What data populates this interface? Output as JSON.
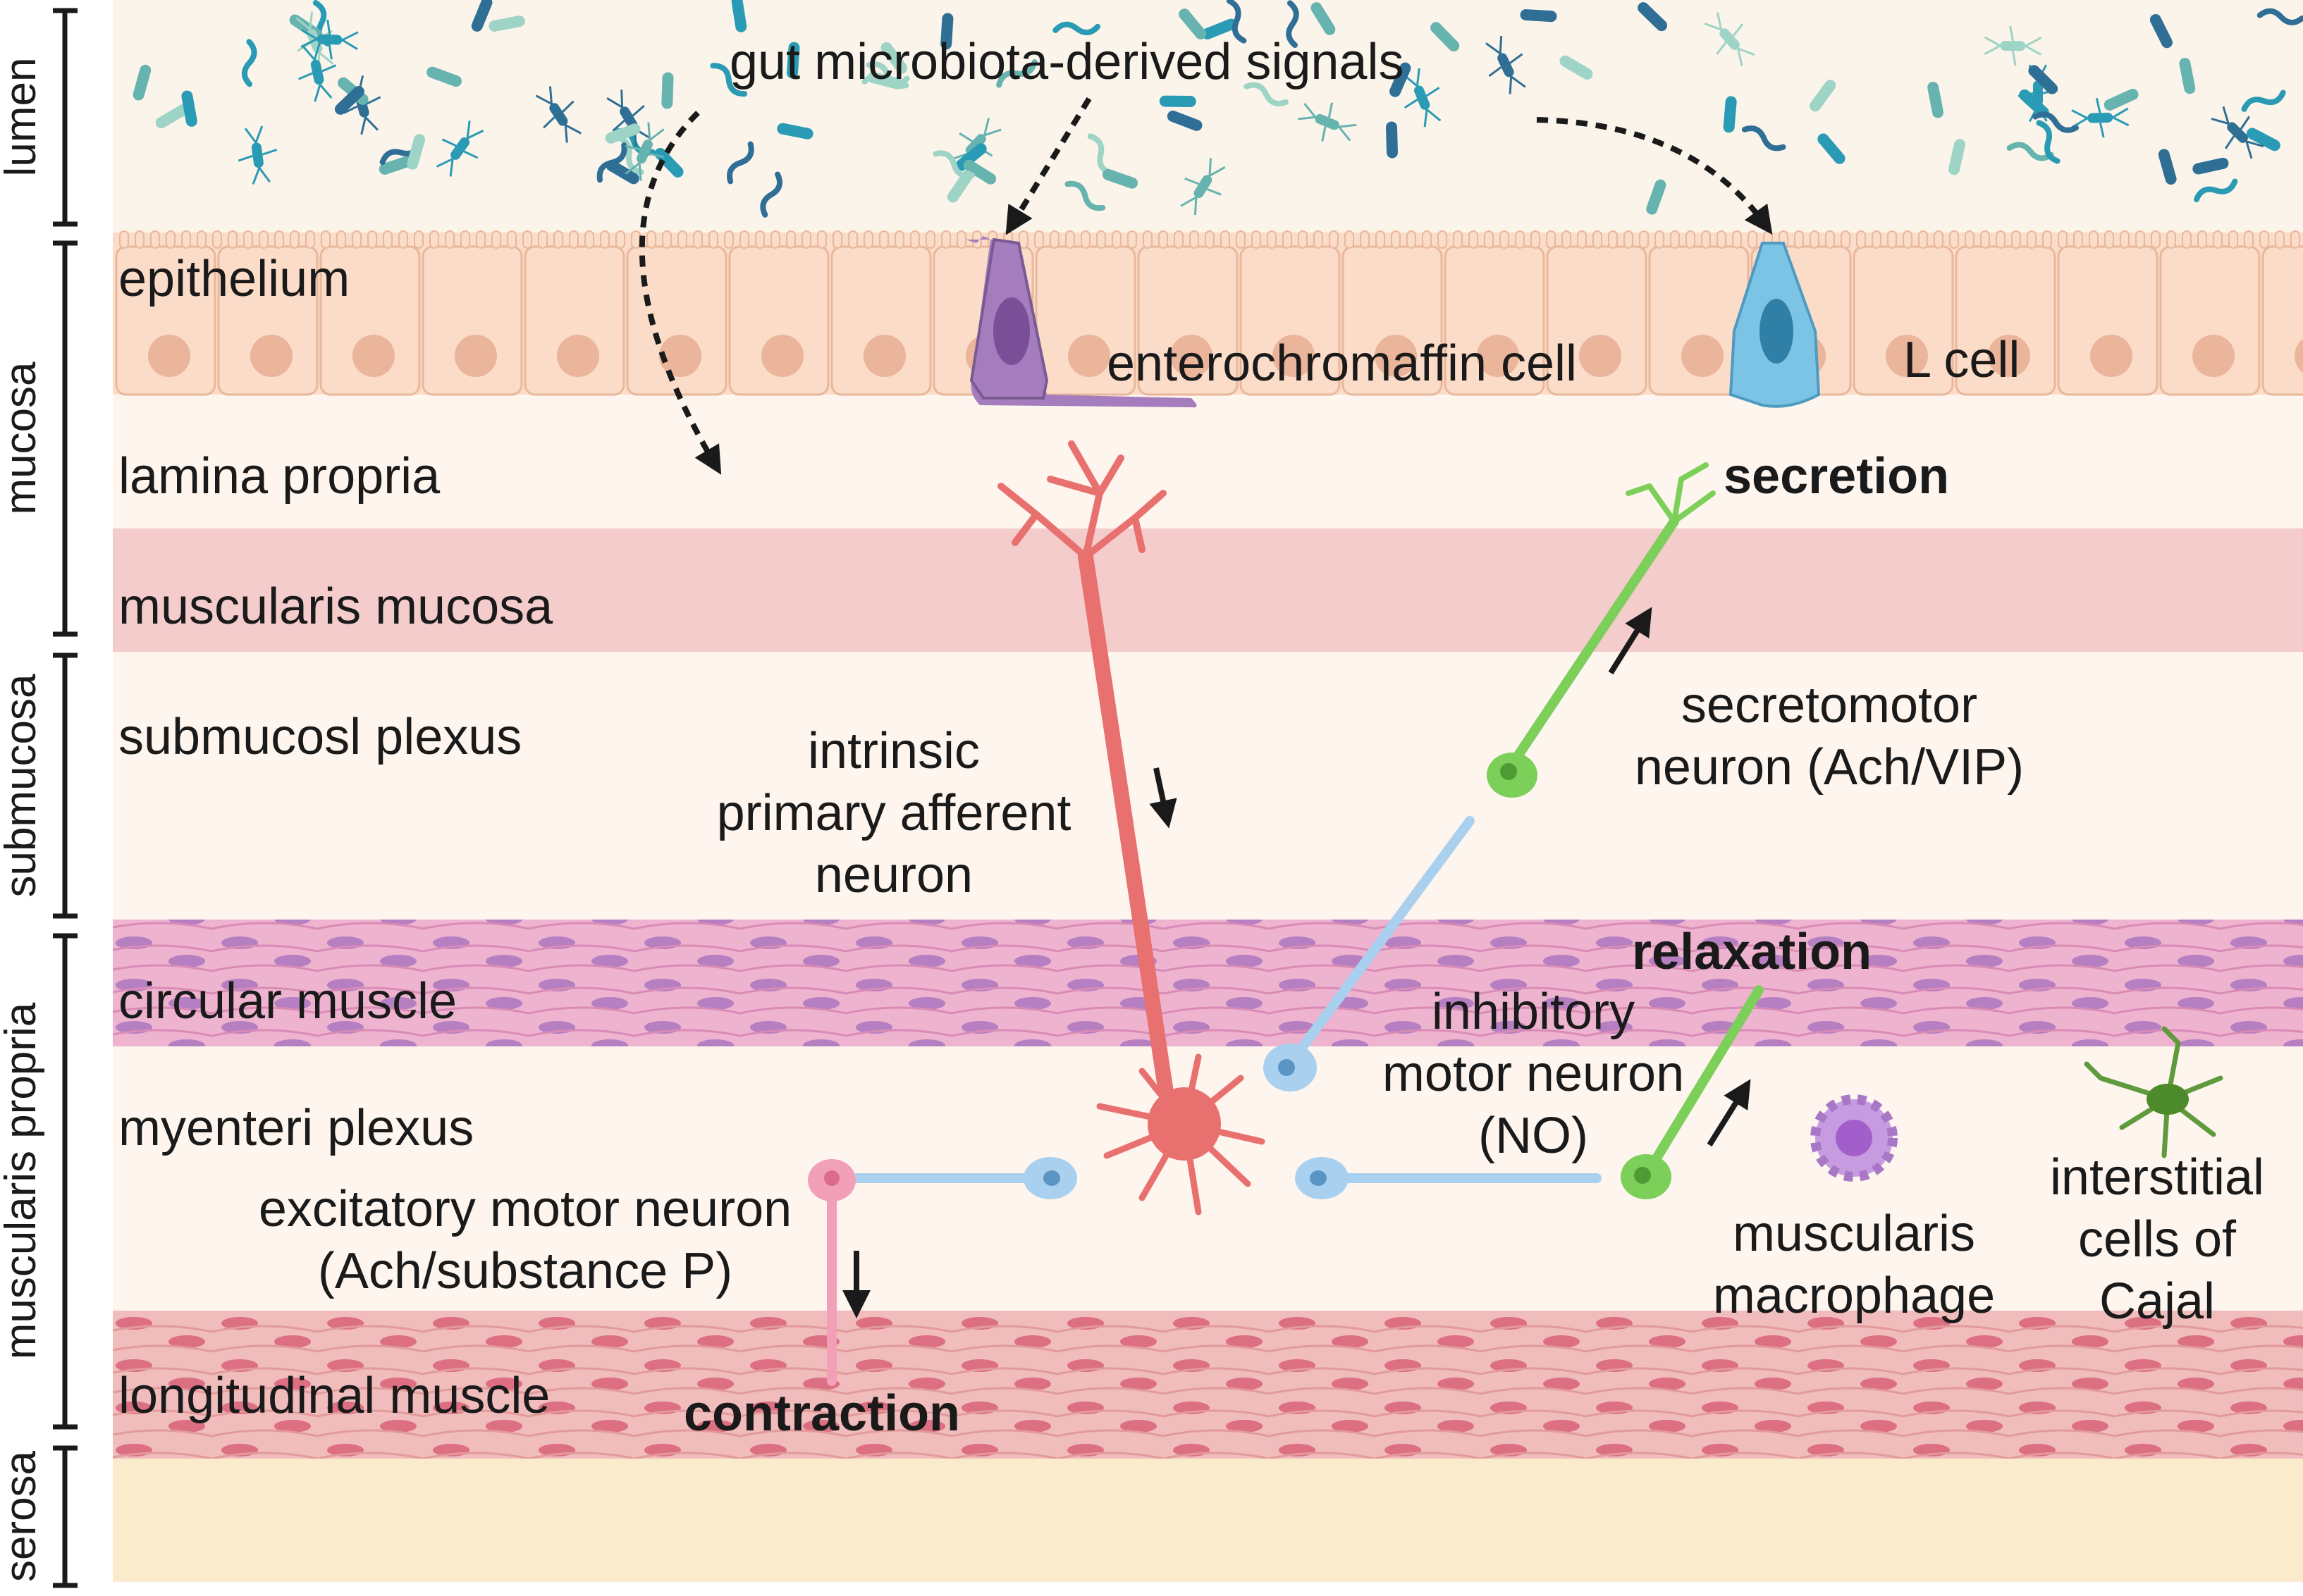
{
  "diagram": {
    "side_labels": {
      "lumen": "lumen",
      "mucosa": "mucosa",
      "submucosa": "submucosa",
      "muscularis_propria": "muscularis propria",
      "serosa": "serosa"
    },
    "layers": {
      "epithelium": "epithelium",
      "lamina_propria": "lamina propria",
      "muscularis_mucosa": "muscularis mucosa",
      "submucosal_plexus": "submucosl plexus",
      "circular_muscle": "circular muscle",
      "myenteric_plexus": "myenteri plexus",
      "longitudinal_muscle": "longitudinal muscle"
    },
    "signals": "gut microbiota-derived signals",
    "cells": {
      "enterochromaffin": "enterochromaffin cell",
      "l_cell": "L cell",
      "ipan_1": "intrinsic",
      "ipan_2": "primary afferent",
      "ipan_3": "neuron",
      "secretomotor_1": "secretomotor",
      "secretomotor_2": "neuron (Ach/VIP)",
      "inhibitory_1": "inhibitory",
      "inhibitory_2": "motor neuron",
      "inhibitory_3": "(NO)",
      "excitatory_1": "excitatory motor neuron",
      "excitatory_2": "(Ach/substance P)",
      "macrophage_1": "muscularis",
      "macrophage_2": "macrophage",
      "icc_1": "interstitial",
      "icc_2": "cells of",
      "icc_3": "Cajal"
    },
    "effects": {
      "secretion": "secretion",
      "relaxation": "relaxation",
      "contraction": "contraction"
    },
    "colors": {
      "lumen_bg": "#fbf4ea",
      "epithelium": "#fbdcc8",
      "muscularis_mucosa": "#f4cccc",
      "circular_muscle": "#eeb3cf",
      "longitudinal_muscle": "#f0bcbc",
      "serosa": "#faebcc",
      "ipan": "#e8706e",
      "secretomotor": "#7ccf59",
      "inhibitory": "#a9d0ee",
      "excitatory": "#f2a0b8",
      "enterochromaffin": "#a57cbd",
      "l_cell": "#7cc4e6",
      "macrophage": "#c79be0",
      "icc": "#5f9b3c"
    }
  }
}
